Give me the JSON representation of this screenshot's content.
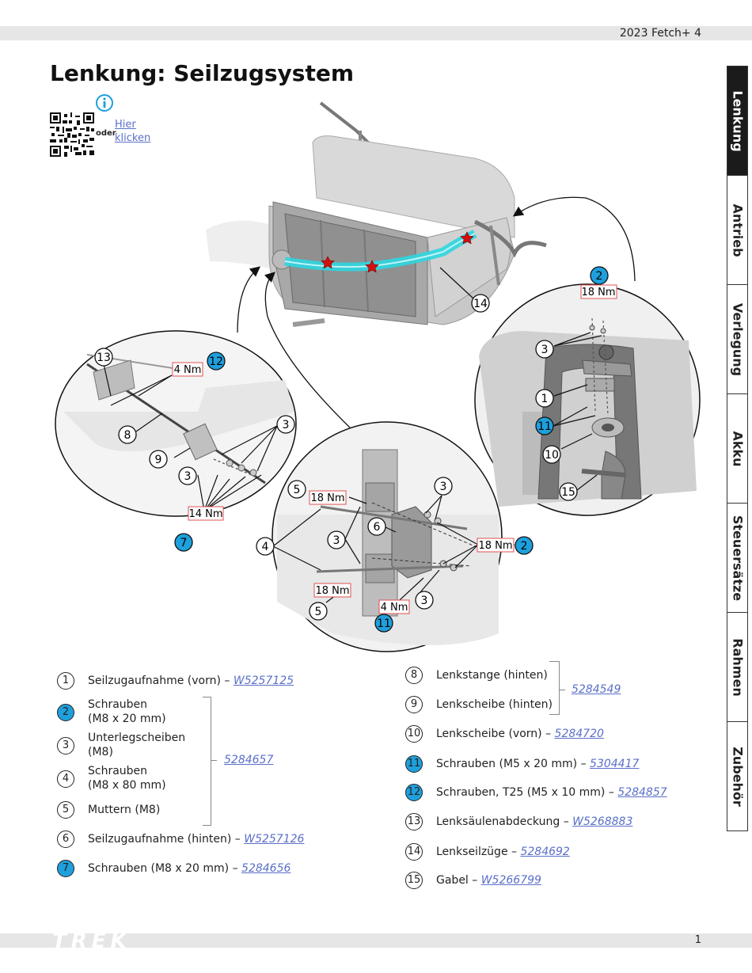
{
  "header": {
    "model": "2023 Fetch+ 4"
  },
  "title": "Lenkung: Seilzugsystem",
  "qr_block": {
    "oder": "oder",
    "link": "Hier klicken"
  },
  "side_tabs": [
    "Lenkung",
    "Antrieb",
    "Verlegung",
    "Akku",
    "Steuersätze",
    "Rahmen",
    "Zubehör"
  ],
  "active_tab": "Lenkung",
  "callouts": {
    "n1": "1",
    "n2": "2",
    "n3": "3",
    "n4": "4",
    "n5": "5",
    "n6": "6",
    "n7": "7",
    "n8": "8",
    "n9": "9",
    "n10": "10",
    "n11": "11",
    "n12": "12",
    "n13": "13",
    "n14": "14",
    "n15": "15"
  },
  "torques": {
    "t4": "4 Nm",
    "t14": "14 Nm",
    "t18": "18 Nm"
  },
  "legend_left": {
    "i1": {
      "num": "1",
      "text": "Seilzugaufnahme (vorn) – ",
      "link": "W5257125"
    },
    "i2": {
      "num": "2",
      "line1": "Schrauben",
      "line2": "(M8 x 20 mm)"
    },
    "i3": {
      "num": "3",
      "line1": "Unterlegscheiben",
      "line2": "(M8)"
    },
    "i4": {
      "num": "4",
      "line1": "Schrauben",
      "line2": "(M8 x 80 mm)"
    },
    "i5": {
      "num": "5",
      "text": "Muttern (M8)"
    },
    "group_link": "5284657",
    "i6": {
      "num": "6",
      "text": "Seilzugaufnahme (hinten) – ",
      "link": "W5257126"
    },
    "i7": {
      "num": "7",
      "text": "Schrauben (M8 x 20 mm) – ",
      "link": "5284656"
    }
  },
  "legend_right": {
    "i8": {
      "num": "8",
      "text": "Lenkstange (hinten)"
    },
    "i9": {
      "num": "9",
      "text": "Lenkscheibe (hinten)"
    },
    "group_link": "5284549",
    "i10": {
      "num": "10",
      "text": "Lenkscheibe (vorn) – ",
      "link": "5284720"
    },
    "i11": {
      "num": "11",
      "text": "Schrauben (M5 x 20 mm) – ",
      "link": "5304417"
    },
    "i12": {
      "num": "12",
      "text": "Schrauben, T25 (M5 x 10 mm) – ",
      "link": "5284857"
    },
    "i13": {
      "num": "13",
      "text": "Lenksäulenabdeckung – ",
      "link": "W5268883"
    },
    "i14": {
      "num": "14",
      "text": "Lenkseilzüge – ",
      "link": "5284692"
    },
    "i15": {
      "num": "15",
      "text": "Gabel – ",
      "link": "W5266799"
    }
  },
  "footer": {
    "logo": "TREK",
    "page": "1"
  },
  "colors": {
    "callout_blue": "#1ea0dc",
    "torque_border": "#e05050",
    "cable": "#2fd6e0",
    "star": "#d01010",
    "link": "#5a6fc8"
  },
  "icons": [
    "info-icon",
    "qr-code"
  ]
}
